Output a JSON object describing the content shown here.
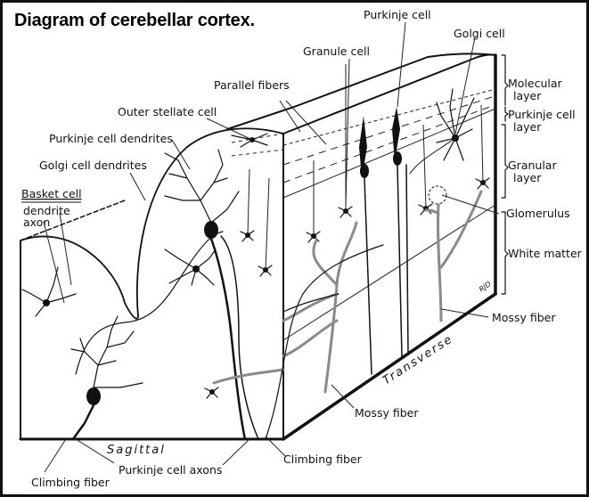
{
  "title": "Diagram of cerebellar cortex.",
  "labels": {
    "purkinje_cell": "Purkinje cell",
    "golgi_cell": "Golgi cell",
    "granule_cell": "Granule cell",
    "parallel_fibers": "Parallel fibers",
    "outer_stellate_cell": "Outer stellate cell",
    "purkinje_cell_dendrites": "Purkinje cell dendrites",
    "golgi_cell_dendrites": "Golgi cell dendrites",
    "basket_cell": "Basket cell",
    "basket_dendrite": "dendrite",
    "basket_axon": "axon",
    "climbing_fiber_left": "Climbing fiber",
    "purkinje_cell_axons": "Purkinje cell axons",
    "climbing_fiber_center": "Climbing fiber",
    "mossy_fiber_center": "Mossy fiber",
    "mossy_fiber_right": "Mossy fiber",
    "glomerulus": "Glomerulus"
  },
  "layers": [
    {
      "line1": "Molecular",
      "line2": "layer"
    },
    {
      "line1": "Purkinje cell",
      "line2": "layer"
    },
    {
      "line1": "Granular",
      "line2": "layer"
    },
    {
      "line1": "White matter",
      "line2": ""
    }
  ],
  "planes": {
    "sagittal": "Sagittal",
    "transverse": "Transverse"
  },
  "signature": "RJD"
}
